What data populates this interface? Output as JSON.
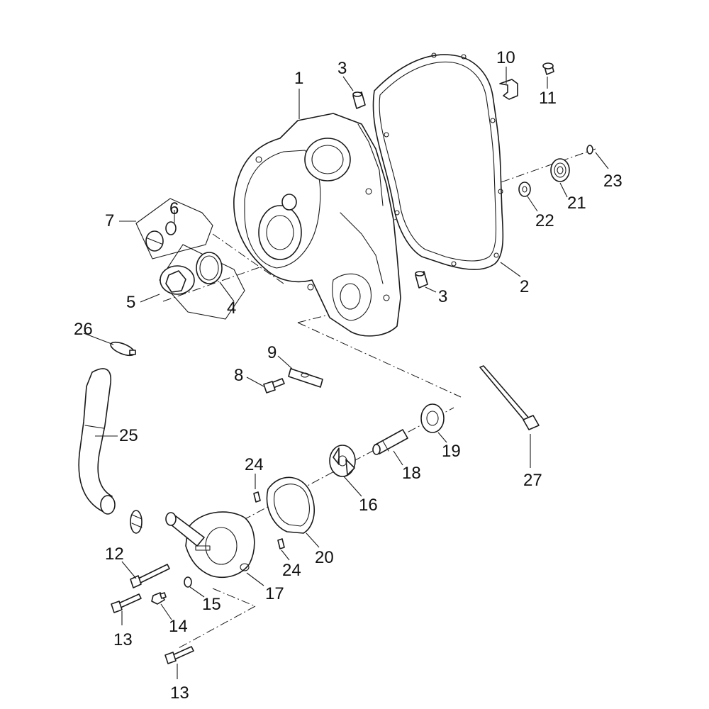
{
  "callouts": {
    "c1": "1",
    "c2": "2",
    "c3a": "3",
    "c3b": "3",
    "c4": "4",
    "c5": "5",
    "c6": "6",
    "c7": "7",
    "c8": "8",
    "c9": "9",
    "c10": "10",
    "c11": "11",
    "c12": "12",
    "c13a": "13",
    "c13b": "13",
    "c14": "14",
    "c15": "15",
    "c16": "16",
    "c17": "17",
    "c18": "18",
    "c19": "19",
    "c20": "20",
    "c21": "21",
    "c22": "22",
    "c23": "23",
    "c24a": "24",
    "c24b": "24",
    "c25": "25",
    "c26": "26",
    "c27": "27"
  }
}
